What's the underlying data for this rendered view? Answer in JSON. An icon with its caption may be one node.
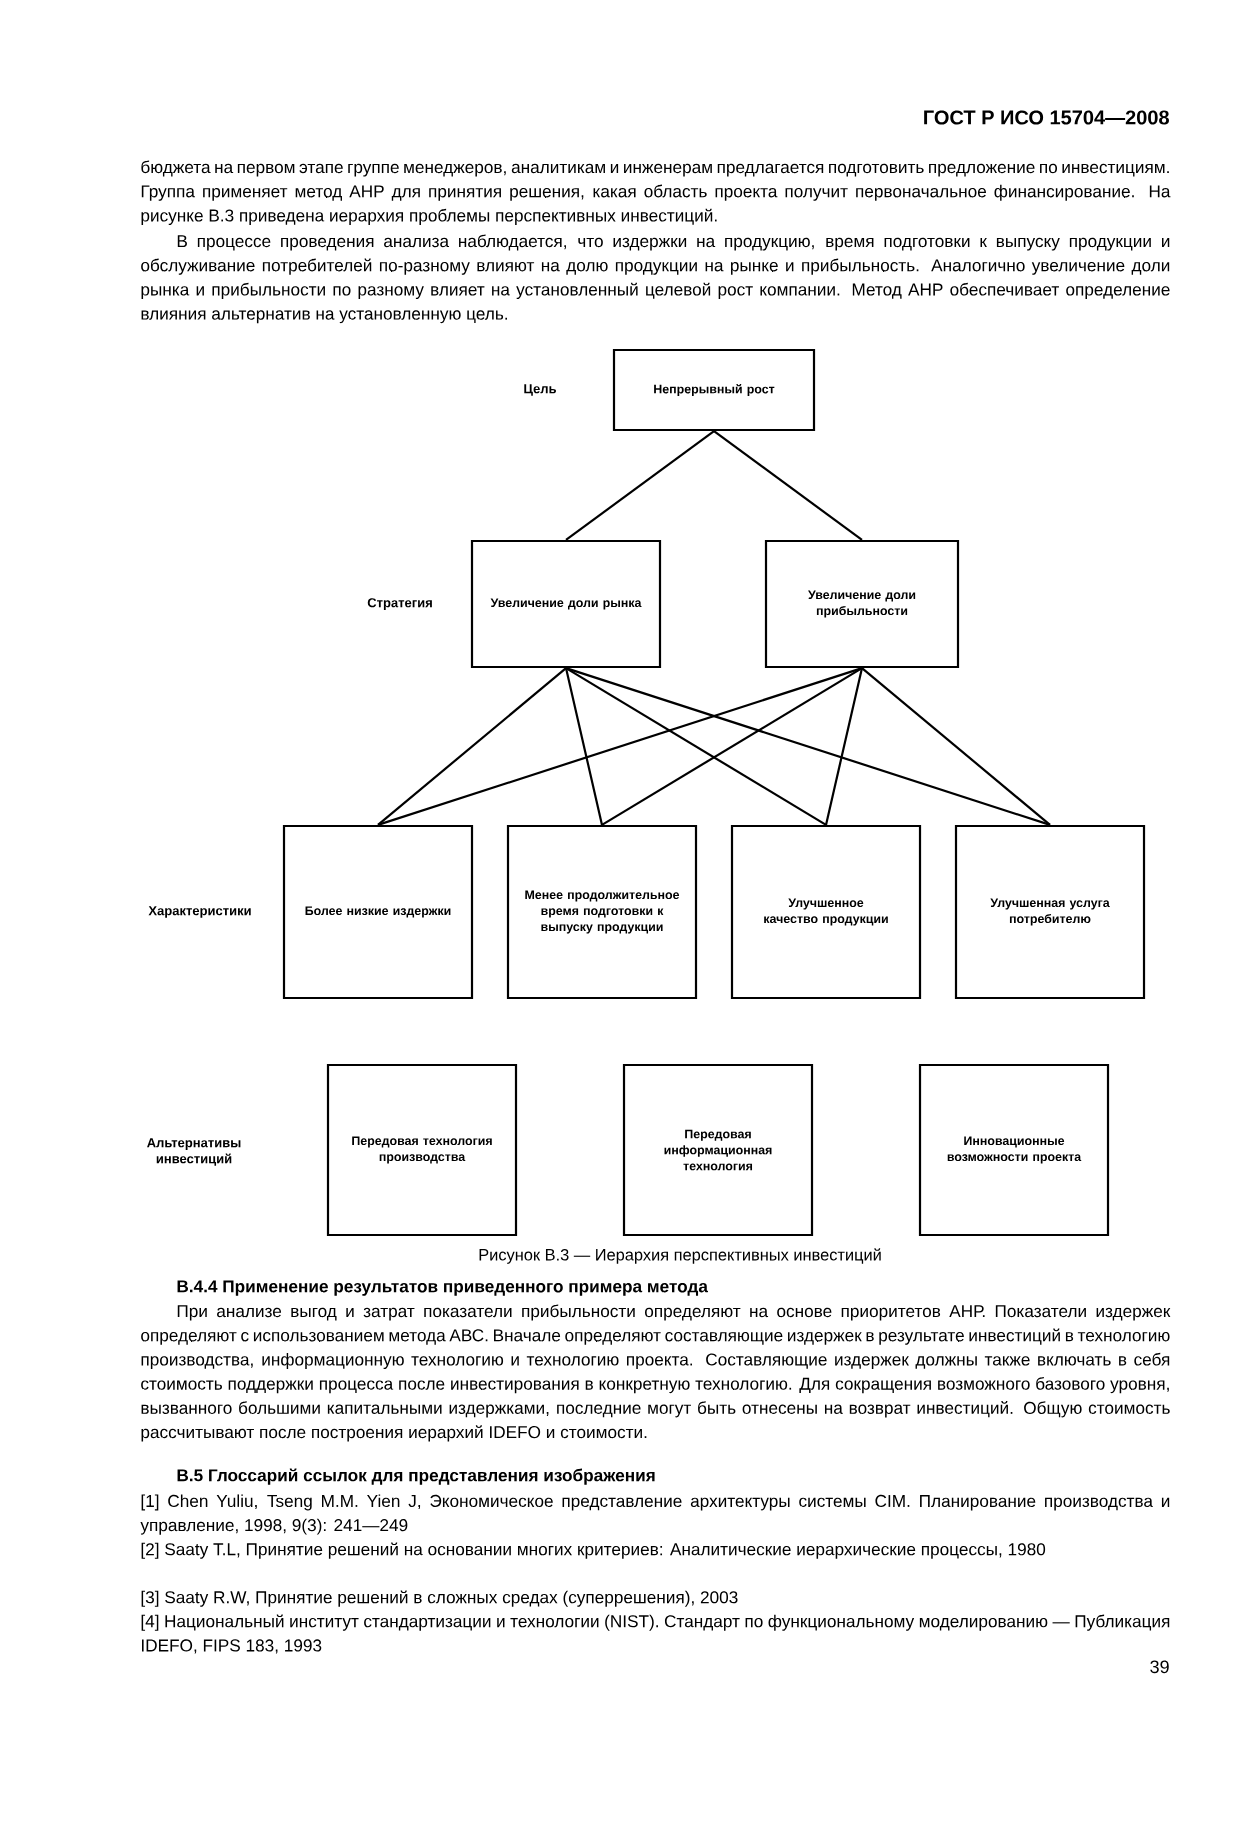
{
  "diagram": {
    "caption": "Рисунок В.3 — Иерархия перспективных инвестиций",
    "nodes": [
      {
        "text": [
          "Непрерывный рост"
        ]
      },
      {
        "text": [
          "Увеличение доли рынка"
        ]
      },
      {
        "text": [
          "Увеличение доли прибыльности"
        ]
      },
      {
        "text": [
          "Более низкие издержки"
        ]
      },
      {
        "text": [
          "Менее продолжительное время подготовки к выпуску продукции"
        ]
      },
      {
        "text": [
          "Улучшенное качество продукции"
        ]
      },
      {
        "text": [
          "Улучшенная услуга потребителю"
        ]
      },
      {
        "text": [
          "Передовая технология производства"
        ]
      },
      {
        "text": [
          "Передовая информационная технология"
        ]
      },
      {
        "text": [
          "Инновационные возможности проекта"
        ]
      }
    ],
    "edges": [
      {
        "from": 0,
        "to": 1,
        "arrow": "none"
      },
      {
        "from": 0,
        "to": 2,
        "arrow": "none"
      },
      {
        "from": 1,
        "to": 3,
        "arrow": "none"
      },
      {
        "from": 1,
        "to": 4,
        "arrow": "none"
      },
      {
        "from": 1,
        "to": 5,
        "arrow": "none"
      },
      {
        "from": 1,
        "to": 6,
        "arrow": "none"
      },
      {
        "from": 2,
        "to": 3,
        "arrow": "none"
      },
      {
        "from": 2,
        "to": 4,
        "arrow": "none"
      },
      {
        "from": 2,
        "to": 5,
        "arrow": "none"
      },
      {
        "from": 2,
        "to": 6,
        "arrow": "none"
      }
    ],
    "labels": [
      "ГОСТ Р ИСО 15704—2008",
      "бюджета на первом этапе группе менеджеров, аналитикам и инженерам предлагается подготовить предложение по инвестициям. Группа применяет метод АНР для принятия решения, какая область проекта получит первоначальное финансирование. На рисунке В.3 приведена иерархия проблемы перспективных инвестиций.",
      "В процессе проведения анализа наблюдается, что издержки на продукцию, время подготовки к выпуску продукции и обслуживание потребителей по-разному влияют на долю продукции на рынке и прибыльность. Аналогично увеличение доли рынка и прибыльности по разному влияет на установленный целевой рост компании. Метод АНР обеспечивает определение влияния альтернатив на установленную цель.",
      "Цель",
      "Стратегия",
      "Характеристики",
      "Альтернативы инвестиций",
      "В.4.4 Применение результатов приведенного примера метода",
      "При анализе выгод и затрат показатели прибыльности определяют на основе приоритетов АНР. Показатели издержек определяют с использованием метода АВС. Вначале определяют составляющие издержек в результате инвестиций в технологию производства, информационную технологию и технологию проекта. Составляющие издержек должны также включать в себя стоимость поддержки процесса после инвестирования в конкретную технологию. Для сокращения возможного базового уровня, вызванного большими капитальными издержками, последние могут быть отнесены на возврат инвестиций. Общую стоимость рассчитывают после построения иерархий IDEFO и стоимости.",
      "В.5 Глоссарий ссылок для представления изображения",
      "[1] Chen Yuliu, Tseng M.M. Yien J, Экономическое представление архитектуры системы CIM. Планирование производства и управление, 1998, 9(3): 241—249",
      "[2] Saaty T.L, Принятие решений на основании многих критериев: Аналитические иерархические процессы, 1980",
      "[3] Saaty R.W, Принятие решений в сложных средах (суперрешения), 2003",
      "[4] Национальный институт стандартизации и технологии (NIST). Стандарт по функциональному моделированию — Публикация IDEFO, FIPS 183, 1993",
      "39"
    ]
  }
}
